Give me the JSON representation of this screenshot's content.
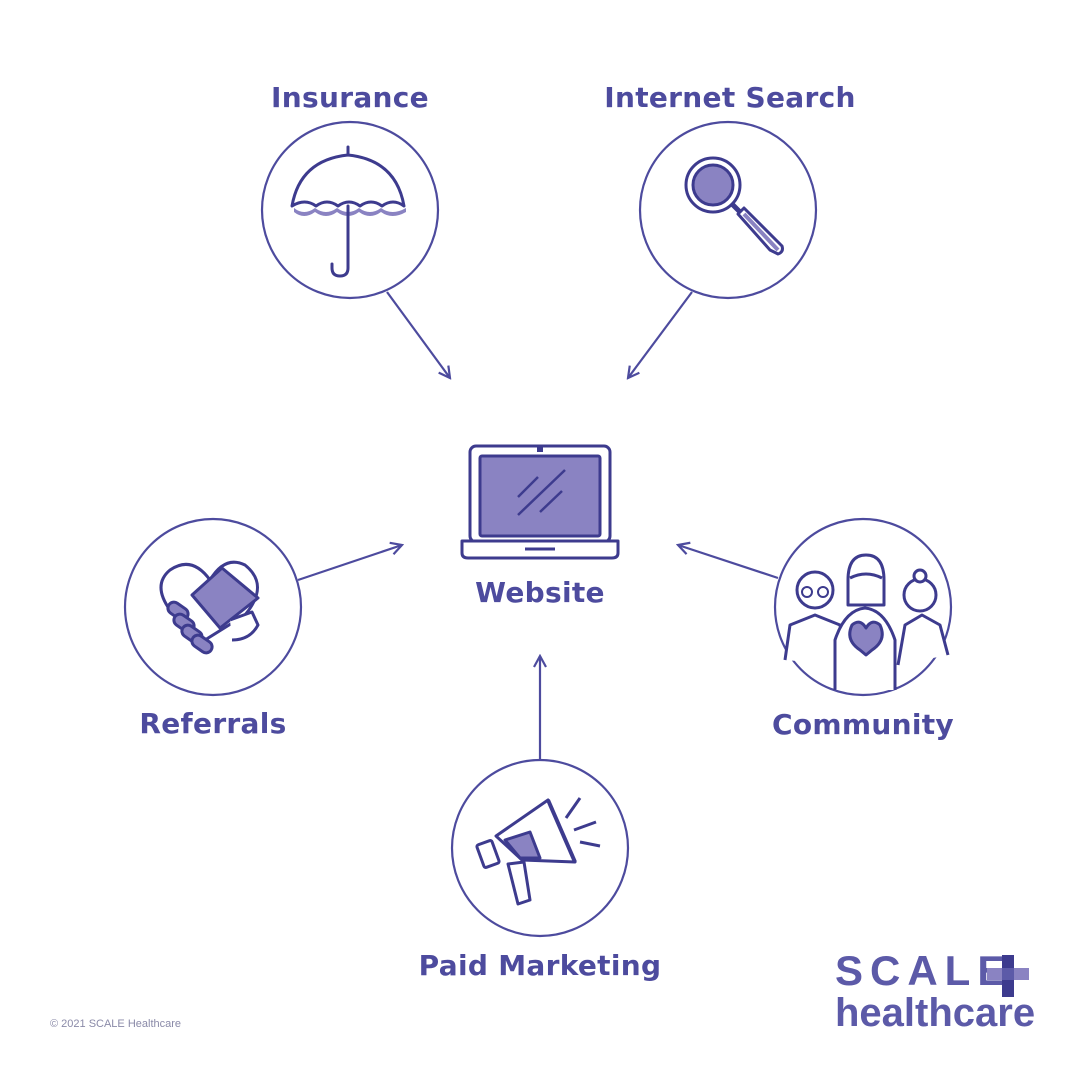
{
  "nodes": {
    "insurance": "Insurance",
    "internet_search": "Internet Search",
    "website": "Website",
    "referrals": "Referrals",
    "community": "Community",
    "paid_marketing": "Paid Marketing"
  },
  "logo": {
    "line1": "SCALE",
    "line2": "healthcare"
  },
  "copyright": "© 2021 SCALE Healthcare",
  "colors": {
    "stroke": "#3d3b8e",
    "fill": "#8a83c2",
    "text": "#4d4b9e"
  }
}
